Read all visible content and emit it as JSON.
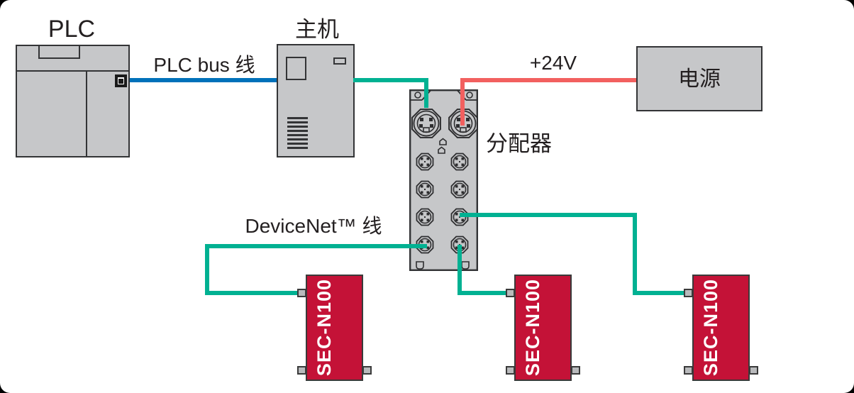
{
  "diagram": {
    "labels": {
      "plc": "PLC",
      "host": "主机",
      "plc_bus_cable": "PLC bus 线",
      "power_24v": "+24V",
      "power_supply": "电源",
      "distributor": "分配器",
      "devicenet_cable": "DeviceNet™ 线"
    },
    "sensors": [
      {
        "label": "SEC-N100"
      },
      {
        "label": "SEC-N100"
      },
      {
        "label": "SEC-N100"
      }
    ],
    "colors": {
      "plc_bus_wire": "#0071ba",
      "devicenet_wire": "#00b192",
      "power_wire": "#f2605f",
      "sensor_body": "#c41237",
      "equipment_fill": "#c6c7c9",
      "outline": "#333436"
    }
  }
}
